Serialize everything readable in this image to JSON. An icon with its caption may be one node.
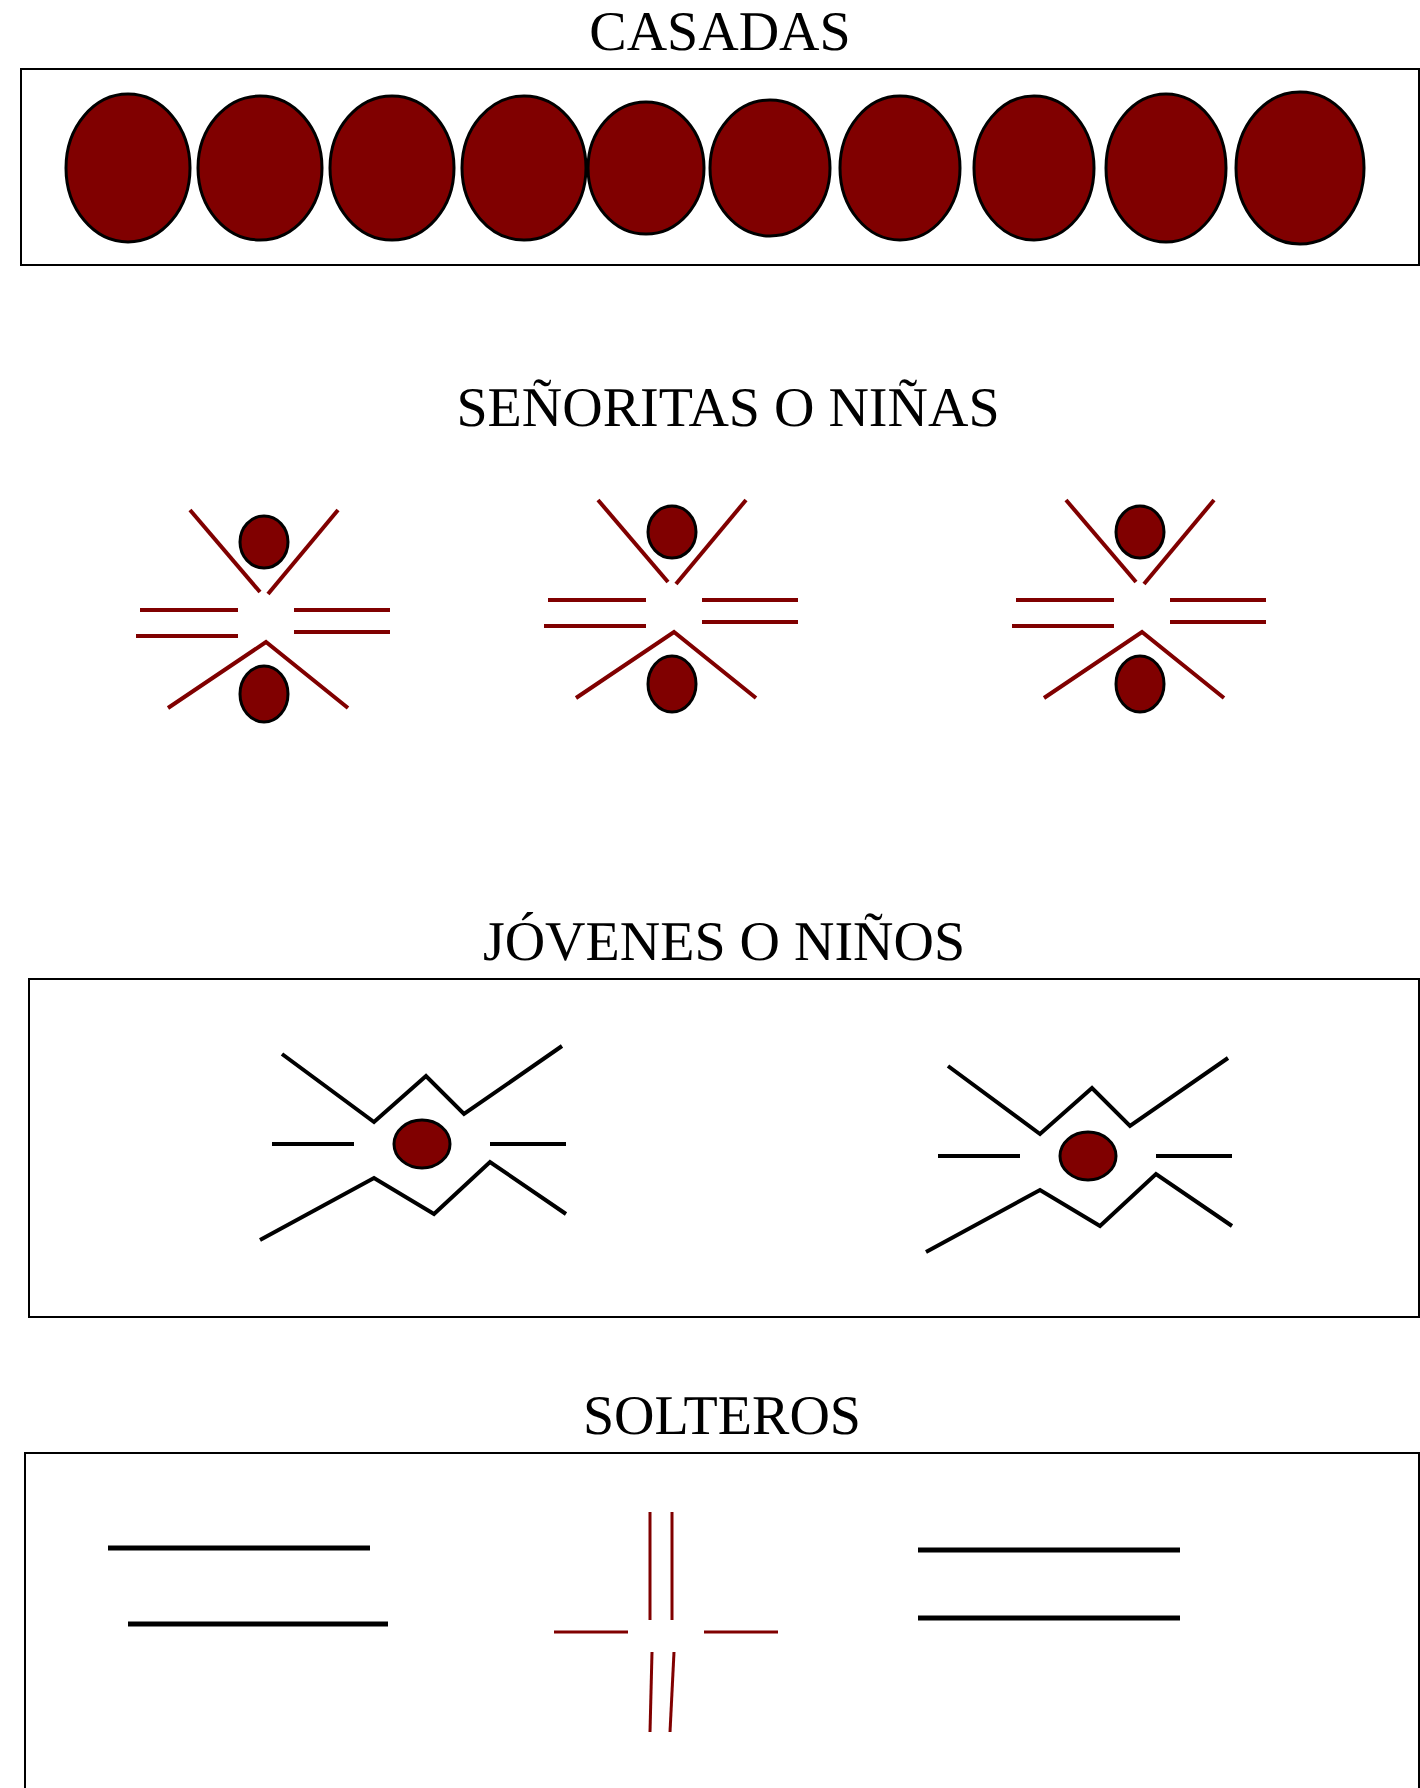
{
  "diagram": {
    "nodes": [
      {
        "text": [
          "CASADAS"
        ]
      },
      {
        "text": [
          "JÓVENES O NIÑOS"
        ]
      },
      {
        "text": [
          "SOLTEROS"
        ]
      }
    ],
    "labels": [
      "SEÑORITAS O NIÑAS"
    ]
  }
}
